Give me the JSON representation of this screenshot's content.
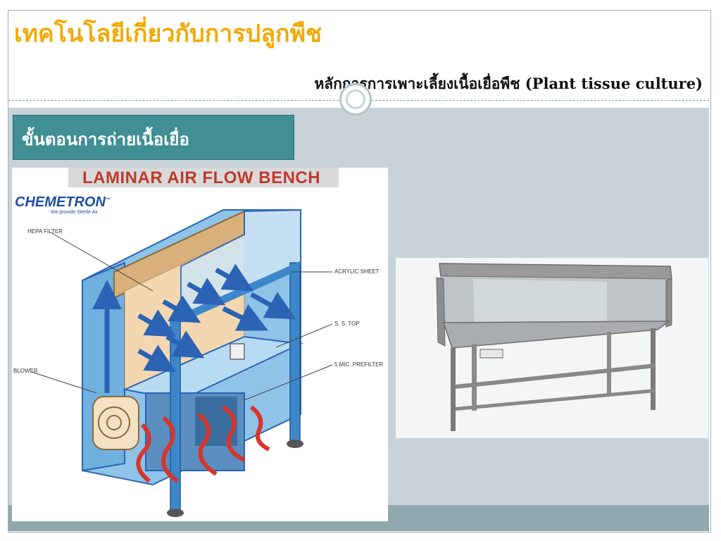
{
  "header": {
    "title": "เทคโนโลยีเกี่ยวกับการปลูกพืช",
    "subtitle": "หลักการการเพาะเลี้ยงเนื้อเยื่อพืช (Plant tissue culture)"
  },
  "section": {
    "label": "ขั้นตอนการถ่ายเนื้อเยื่อ"
  },
  "diagram": {
    "title": "LAMINAR AIR FLOW BENCH",
    "brand": "CHEMETRON",
    "brand_tm": "™",
    "tagline": "We provide Sterile Air",
    "callouts": {
      "hepa": "HEPA FILTER",
      "acrylic": "ACRYLIC SHEET",
      "top": "S. S. TOP",
      "prefilter": "5 MIC. PREFILTER",
      "blower": "BLOWER"
    }
  },
  "colors": {
    "title": "#f2a900",
    "section_bg": "#3f8f94",
    "content_bg": "#c7d3d8",
    "footer": "#8ea8ad",
    "diagram_title": "#c0392b",
    "brand": "#1f4fa0"
  }
}
